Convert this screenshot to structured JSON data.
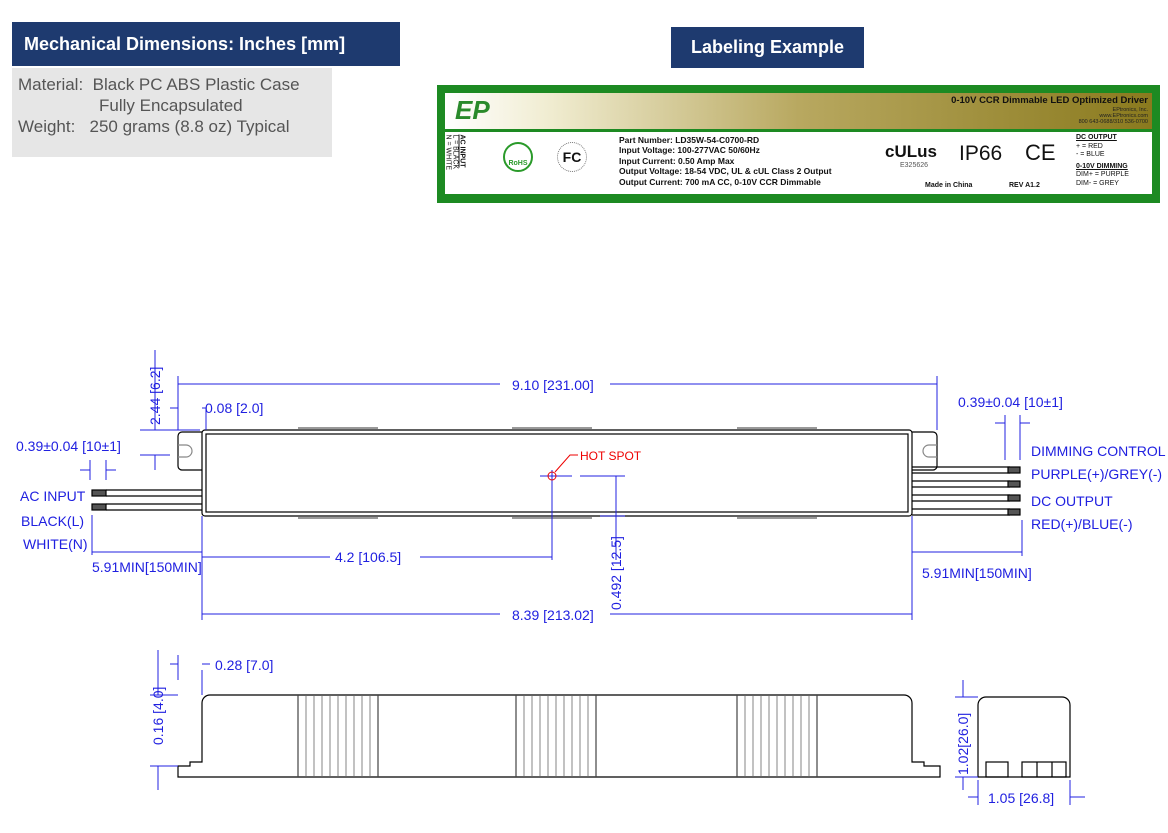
{
  "headers": {
    "mechanical": "Mechanical Dimensions: Inches [mm]",
    "labeling": "Labeling Example"
  },
  "specs": {
    "material_label": "Material:",
    "material": "Black PC ABS Plastic Case",
    "material2": "Fully Encapsulated",
    "weight_label": "Weight:",
    "weight": "250 grams (8.8 oz) Typical"
  },
  "label": {
    "title": "0-10V CCR Dimmable LED Optimized Driver",
    "company": "EPtronics, Inc.",
    "web": "www.EPtronics.com",
    "phone": "800 643-0688/310 536-0700",
    "logo": "EP",
    "ac_input": "AC INPUT",
    "ac_l": "L = BLACK",
    "ac_n": "N = WHITE",
    "rohs": "RoHS",
    "fc": "FC",
    "lines": [
      "Part Number: LD35W-54-C0700-RD",
      "Input Voltage: 100-277VAC 50/60Hz",
      "Input Current: 0.50 Amp Max",
      "Output Voltage: 18-54 VDC, UL & cUL Class 2 Output",
      "Output Current: 700 mA CC, 0-10V CCR Dimmable"
    ],
    "ul": "cULus",
    "ul_file": "E325626",
    "ip": "IP66",
    "ce": "CE",
    "made": "Made in China",
    "rev": "REV A1.2",
    "dc_output": "DC OUTPUT",
    "dc_plus": "+ = RED",
    "dc_minus": "- = BLUE",
    "dimming": "0-10V DIMMING",
    "dim_plus": "DIM+ = PURPLE",
    "dim_minus": "DIM- = GREY"
  },
  "drawing": {
    "overall": "9.10 [231.00]",
    "tab": "0.08 [2.0]",
    "slot_h": "2.44 [6.2]",
    "slot_w_left": "0.39±0.04 [10±1]",
    "slot_w_right": "0.39±0.04 [10±1]",
    "ac_input": "AC INPUT",
    "black": "BLACK(L)",
    "white": "WHITE(N)",
    "hot_spot": "HOT SPOT",
    "dimming": "DIMMING CONTROL",
    "dim_colors": "PURPLE(+)/GREY(-)",
    "dc_output": "DC OUTPUT",
    "dc_colors": "RED(+)/BLUE(-)",
    "wire_left": "5.91MIN[150MIN]",
    "wire_right": "5.91MIN[150MIN]",
    "hot_x": "4.2 [106.5]",
    "hot_y": "0.492 [12.5]",
    "body": "8.39 [213.02]",
    "side_tab": "0.28 [7.0]",
    "side_h": "0.16 [4.0]",
    "end_h": "1.02[26.0]",
    "end_w": "1.05 [26.8]"
  }
}
